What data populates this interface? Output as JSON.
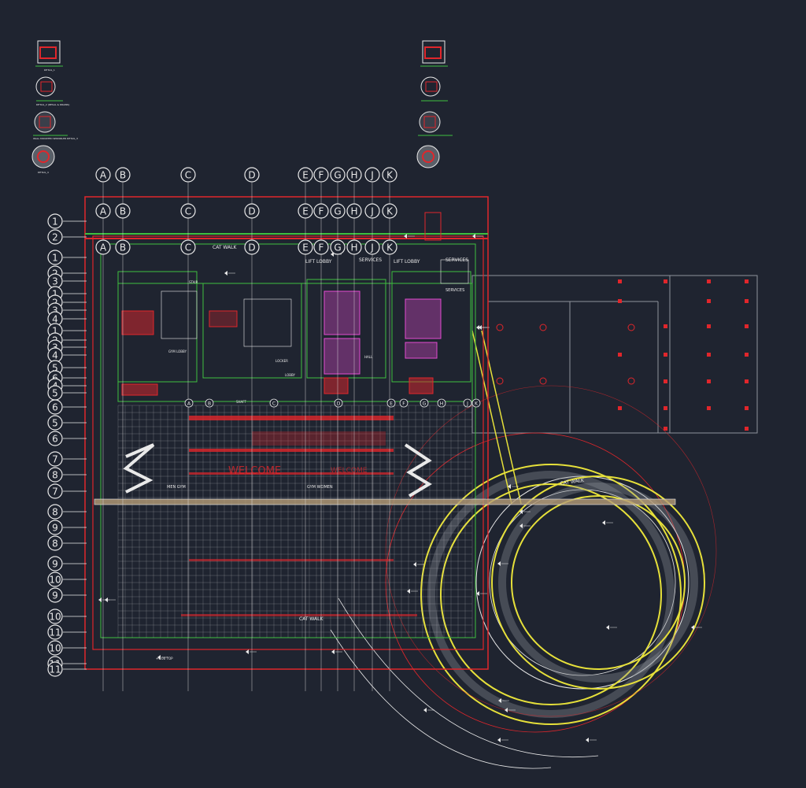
{
  "colors": {
    "background": "#1f2430",
    "red": "#e0262b",
    "green": "#3fbf3f",
    "yellow": "#e6e03a",
    "magenta": "#e24bd1",
    "cyan": "#2bb5b0",
    "white": "#e9e9e9",
    "grey": "#8f949c"
  },
  "grid_columns": [
    "A",
    "B",
    "C",
    "D",
    "E",
    "F",
    "G",
    "H",
    "J",
    "K"
  ],
  "grid_rows": {
    "top_main": [
      "1",
      "2"
    ],
    "left_stack": [
      "1",
      "2",
      "3",
      "1",
      "2",
      "3",
      "4",
      "1",
      "2",
      "3",
      "4",
      "5",
      "6",
      "4",
      "5",
      "6",
      "5",
      "6",
      "7",
      "8",
      "7",
      "8",
      "9",
      "8",
      "9",
      "10",
      "9",
      "10",
      "11",
      "10",
      "11"
    ],
    "bottom": "11"
  },
  "room_labels": {
    "cat_walk": "CAT WALK",
    "lift_lobby": "LIFT LOBBY",
    "services": "SERVICES",
    "men_gym": "MEN GYM",
    "women_gym": "GYM WOMEN",
    "welcome": "WELCOME",
    "stair": "STAIR",
    "lobby": "LOBBY",
    "gym_lobby": "GYM LOBBY",
    "hall": "HALL",
    "locker": "LOCKER",
    "shaft": "SHAFT"
  },
  "details": {
    "detail_1": "DETAIL_1",
    "detail_2": "DETAIL_2 (RESAL & DRAINS)",
    "detail_3": "WALL MOUNTED SPRINKLER DETAIL_3",
    "detail_4": "DETAIL_4"
  },
  "level_tag": "+0.00 TOP"
}
